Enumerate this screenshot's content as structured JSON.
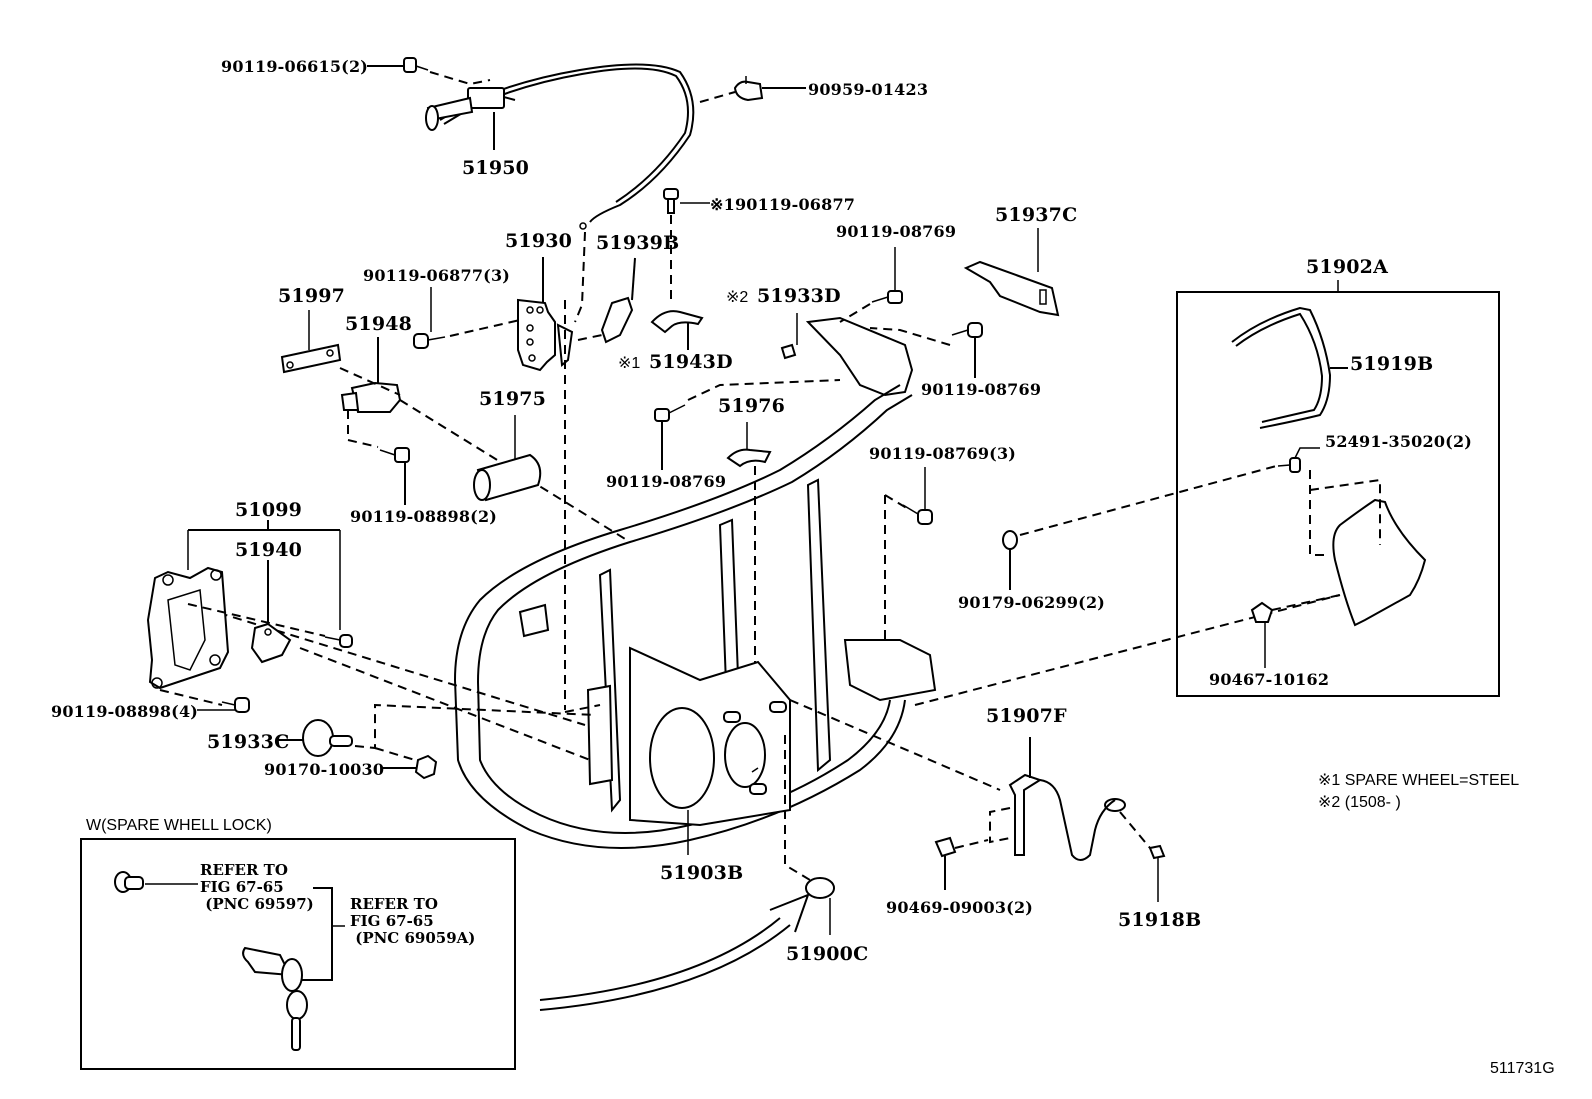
{
  "diagram": {
    "figure_id": "511731G",
    "parts": {
      "p90119_06615": "90119-06615(2)",
      "p90959_01423": "90959-01423",
      "p51950": "51950",
      "p90119_06877_s1": "※190119-06877",
      "p51930": "51930",
      "p51939B": "51939B",
      "p90119_06877_3": "90119-06877(3)",
      "p51997": "51997",
      "p51948": "51948",
      "p51943D": "51943D",
      "p51943D_mark": "※1",
      "p90119_08769_a": "90119-08769",
      "p51937C": "51937C",
      "p51933D": "51933D",
      "p51933D_mark": "※2",
      "p90119_08769_b": "90119-08769",
      "p51975": "51975",
      "p51976": "51976",
      "p90119_08769_c": "90119-08769",
      "p90119_08898_2": "90119-08898(2)",
      "p90119_08769_3": "90119-08769(3)",
      "p51099": "51099",
      "p51940": "51940",
      "p90119_08898_4": "90119-08898(4)",
      "p51933C": "51933C",
      "p90170_10030": "90170-10030",
      "p51903B": "51903B",
      "p51900C": "51900C",
      "p90179_06299": "90179-06299(2)",
      "p51902A": "51902A",
      "p51919B": "51919B",
      "p52491_35020": "52491-35020(2)",
      "p90467_10162": "90467-10162",
      "p51907F": "51907F",
      "p90469_09003": "90469-09003(2)",
      "p51918B": "51918B"
    },
    "spare_lock_box": {
      "title": "W(SPARE WHELL LOCK)",
      "ref1": "REFER TO\nFIG 67-65\n (PNC 69597)",
      "ref2": "REFER TO\nFIG 67-65\n (PNC 69059A)"
    },
    "notes": {
      "note1": "※1  SPARE WHEEL=STEEL",
      "note2": "※2 (1508-        )"
    }
  }
}
